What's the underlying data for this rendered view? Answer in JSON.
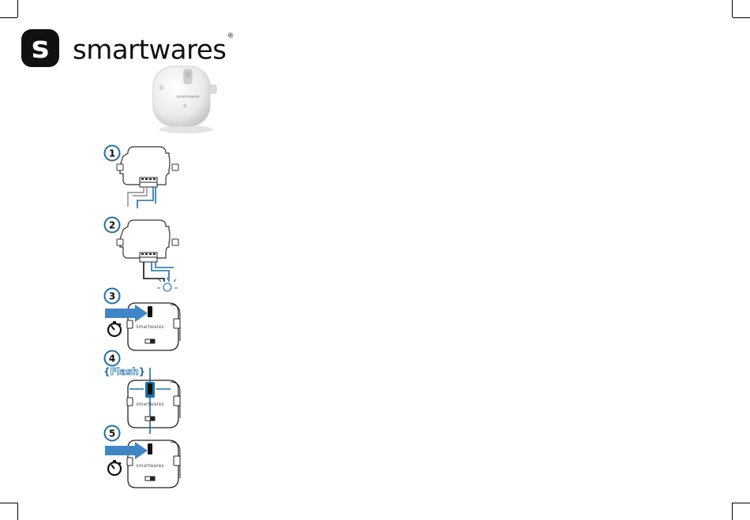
{
  "brand": {
    "badge_letter": "s",
    "name": "smartwares",
    "trademark": "®"
  },
  "product": {
    "device_label": "smartwares"
  },
  "steps": [
    {
      "number": "1"
    },
    {
      "number": "2"
    },
    {
      "number": "3",
      "device_label": "smartwares"
    },
    {
      "number": "4",
      "flash_label": "Flash",
      "device_label": "smartwares"
    },
    {
      "number": "5",
      "device_label": "smartwares"
    }
  ],
  "colors": {
    "accent_blue": "#1f6fa8",
    "arrow_blue": "#3f86c6",
    "line_dark": "#222222",
    "wire_gray": "#888888"
  }
}
